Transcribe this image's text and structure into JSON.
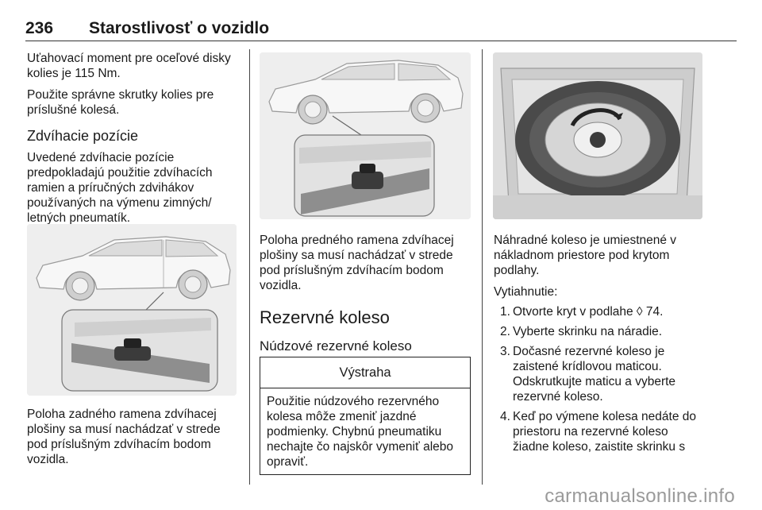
{
  "header": {
    "page_number": "236",
    "title": "Starostlivosť o vozidlo"
  },
  "left_column": {
    "para1": "Uťahovací moment pre oceľové disky kolies je 115 Nm.",
    "para2": "Použite správne skrutky kolies pre príslušné kolesá.",
    "heading": "Zdvíhacie pozície",
    "para3": "Uvedené zdvíhacie pozície predpokladajú použitie zdvíhacích ramien a príručných zdvihákov používaných na výmenu zimných/ letných pneumatík.",
    "caption": "Poloha zadného ramena zdvíhacej plošiny sa musí nachádzať v strede pod príslušným zdvíhacím bodom vozidla."
  },
  "middle_column": {
    "caption": "Poloha predného ramena zdvíhacej plošiny sa musí nachádzať v strede pod príslušným zdvíhacím bodom vozidla.",
    "section_heading": "Rezervné koleso",
    "subheading": "Núdzové rezervné koleso",
    "warning": {
      "title": "Výstraha",
      "text": "Použitie núdzového rezervného kolesa môže zmeniť jazdné podmienky. Chybnú pneumatiku nechajte čo najskôr vymeniť alebo opraviť."
    }
  },
  "right_column": {
    "para1": "Náhradné koleso je umiestnené v nákladnom priestore pod krytom podlahy.",
    "para2": "Vytiahnutie:",
    "steps": [
      {
        "num": "1.",
        "text": "Otvorte kryt v podlahe ◊ 74."
      },
      {
        "num": "2.",
        "text": "Vyberte skrinku na náradie."
      },
      {
        "num": "3.",
        "text": "Dočasné rezervné koleso je zaistené krídlovou maticou. Odskrutkujte maticu a vyberte rezervné koleso."
      },
      {
        "num": "4.",
        "text": "Keď po výmene kolesa nedáte do priestoru na rezervné koleso žiadne koleso, zaistite skrinku s"
      }
    ]
  },
  "watermark": "carmanualsonline.info"
}
